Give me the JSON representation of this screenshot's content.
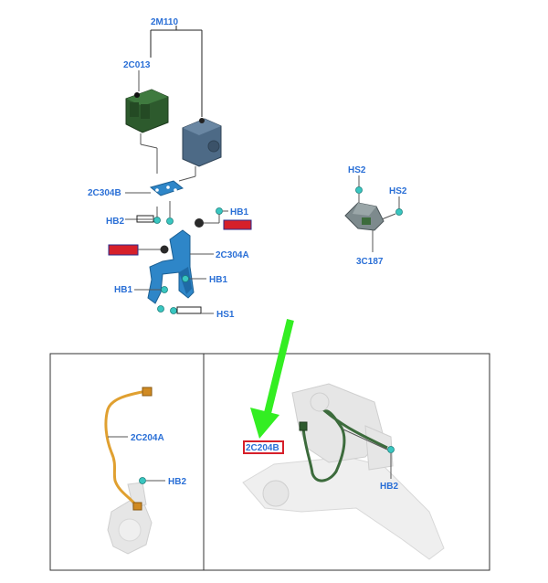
{
  "labels": {
    "top_group": "2M110",
    "module": "2C013",
    "bracket_upper": "2C304B",
    "hb2_upper": "HB2",
    "hb1_right": "HB1",
    "bracket_main": "2C304A",
    "hb1_mid": "HB1",
    "hb1_left": "HB1",
    "hs1": "HS1",
    "hs2_top": "HS2",
    "hs2_right": "HS2",
    "sensor_right": "3C187",
    "harness_left": "2C204A",
    "hb2_left_panel": "HB2",
    "harness_right": "2C204B",
    "hb2_right_panel": "HB2"
  },
  "colors": {
    "label_text": "#2a6fd6",
    "highlight_box": "#d6202a",
    "arrow": "#33ee22",
    "module_green": "#2d5a2d",
    "module_slate": "#4d6a86",
    "bracket_blue": "#2e86c8",
    "harness_orange": "#e0a030",
    "harness_green": "#3c6b3c",
    "clip_cyan": "#39c6c0"
  }
}
